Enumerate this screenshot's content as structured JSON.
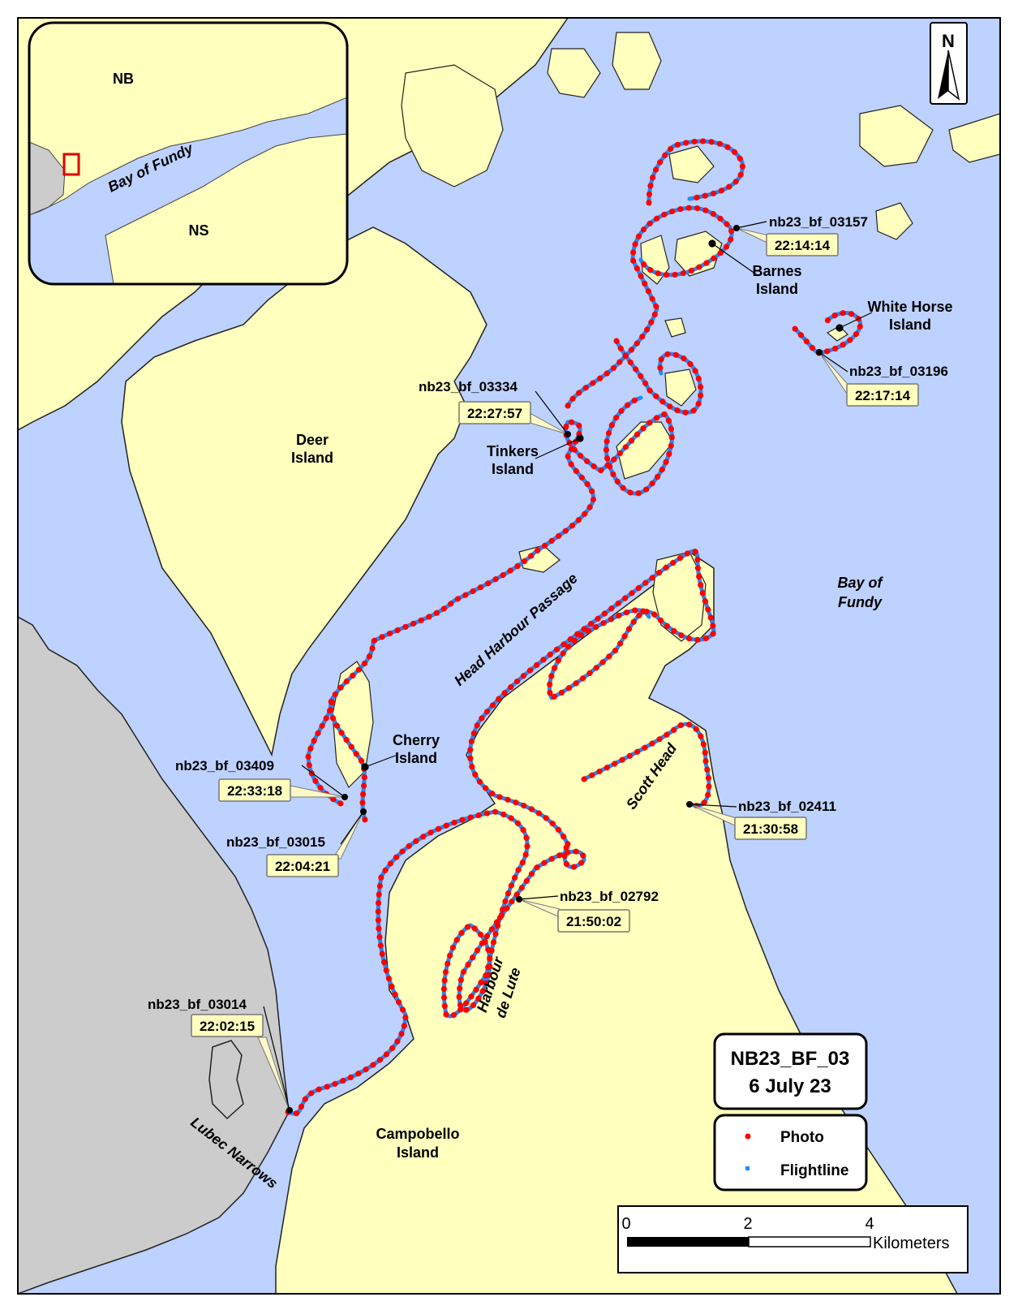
{
  "title": {
    "line1": "NB23_BF_03",
    "line2": "6 July 23"
  },
  "legend": {
    "photo": "Photo",
    "flightline": "Flightline"
  },
  "colors": {
    "water": "#bed2ff",
    "land": "#ffffbe",
    "foreign_land": "#cccccc",
    "photo": "#ff0000",
    "flightline": "#1f8cff"
  },
  "north_arrow": "N",
  "inset": {
    "nb": "NB",
    "ns": "NS",
    "bay": "Bay of Fundy"
  },
  "places": {
    "deer_island": [
      "Deer",
      "Island"
    ],
    "campobello": [
      "Campobello",
      "Island"
    ],
    "bay_of_fundy": [
      "Bay of",
      "Fundy"
    ],
    "head_harbour_passage": "Head Harbour Passage",
    "lubec_narrows": "Lubec Narrows",
    "scott_head": "Scott Head",
    "harbour_de_lute": [
      "Harbour",
      "de Lute"
    ],
    "barnes": [
      "Barnes",
      "Island"
    ],
    "white_horse": [
      "White Horse",
      "Island"
    ],
    "tinkers": [
      "Tinkers",
      "Island"
    ],
    "cherry": [
      "Cherry",
      "Island"
    ]
  },
  "photo_points": [
    {
      "id": "nb23_bf_03157",
      "time": "22:14:14"
    },
    {
      "id": "nb23_bf_03196",
      "time": "22:17:14"
    },
    {
      "id": "nb23_bf_03334",
      "time": "22:27:57"
    },
    {
      "id": "nb23_bf_03409",
      "time": "22:33:18"
    },
    {
      "id": "nb23_bf_03015",
      "time": "22:04:21"
    },
    {
      "id": "nb23_bf_02411",
      "time": "21:30:58"
    },
    {
      "id": "nb23_bf_02792",
      "time": "21:50:02"
    },
    {
      "id": "nb23_bf_03014",
      "time": "22:02:15"
    }
  ],
  "scale_bar": {
    "ticks": [
      "0",
      "2",
      "4"
    ],
    "unit": "Kilometers"
  }
}
